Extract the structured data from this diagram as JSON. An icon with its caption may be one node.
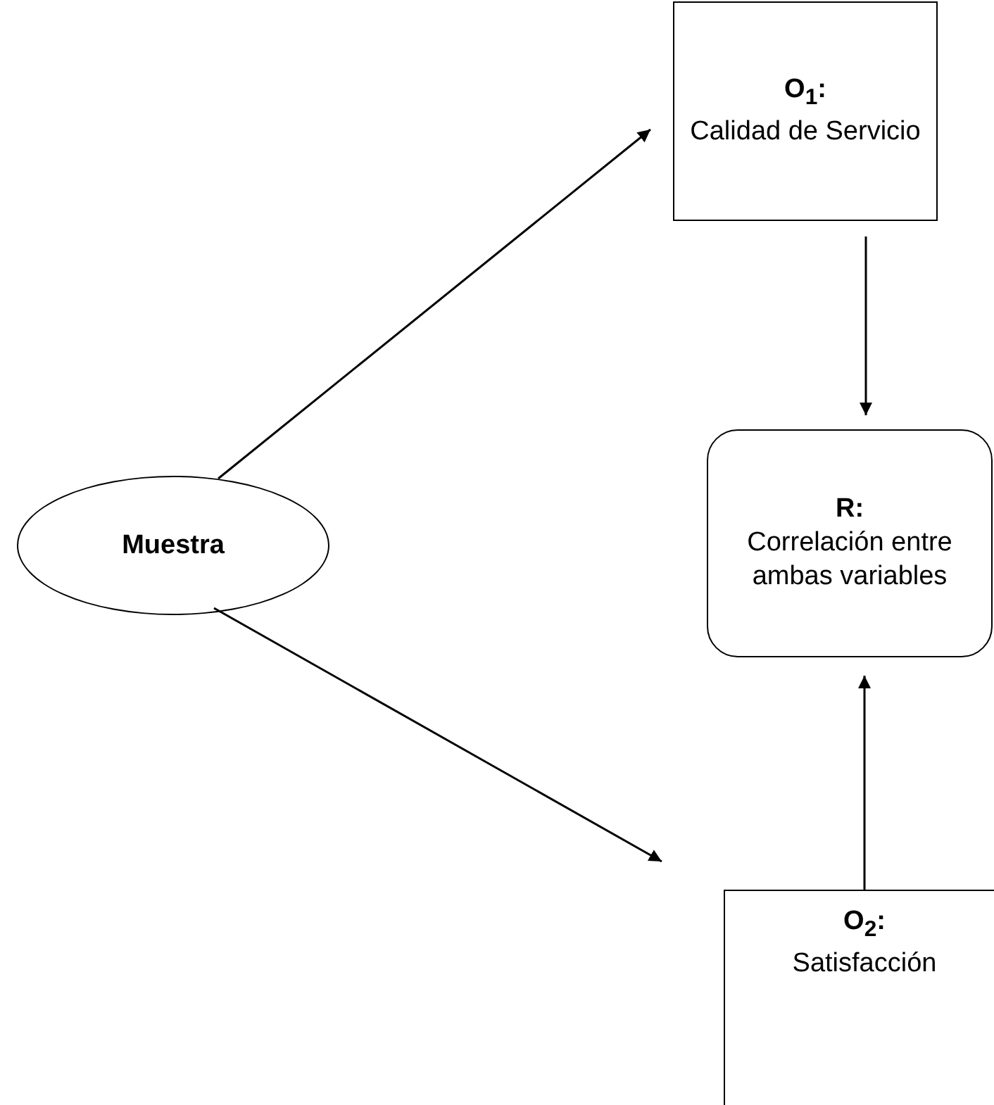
{
  "diagram": {
    "nodes": [
      {
        "text": [
          "Muestra"
        ]
      },
      {
        "text": [
          "O$_{1}$:",
          "Calidad de Servicio"
        ]
      },
      {
        "text": [
          "R:",
          "Correlación entre ambas variables"
        ]
      },
      {
        "text": [
          "O$_{2}$:",
          "Satisfacción"
        ]
      }
    ],
    "edges": [
      {
        "from": 0,
        "to": 1,
        "arrow": "to"
      },
      {
        "from": 0,
        "to": 3,
        "arrow": "to"
      },
      {
        "from": 1,
        "to": 2,
        "arrow": "to"
      },
      {
        "from": 3,
        "to": 2,
        "arrow": "to"
      }
    ]
  }
}
